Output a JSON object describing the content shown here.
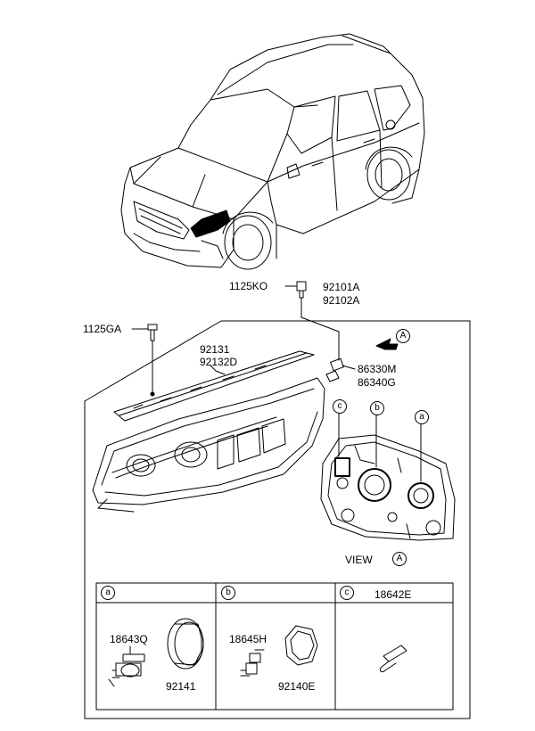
{
  "parts": {
    "bolt_top": "1125KO",
    "assy_lh": "92101A",
    "assy_rh": "92102A",
    "screw": "1125GA",
    "strip_1": "92131",
    "strip_2": "92132D",
    "clip_1": "86330M",
    "clip_2": "86340G"
  },
  "view": {
    "label": "VIEW",
    "marker": "A"
  },
  "arrow_marker": "A",
  "callouts": {
    "c": "c",
    "b": "b",
    "a": "a"
  },
  "table": {
    "a": {
      "key": "a",
      "bulb": "18643Q",
      "cap": "92141"
    },
    "b": {
      "key": "b",
      "bulb": "18645H",
      "cap": "92140E"
    },
    "c": {
      "key": "c",
      "bulb": "18642E"
    }
  }
}
